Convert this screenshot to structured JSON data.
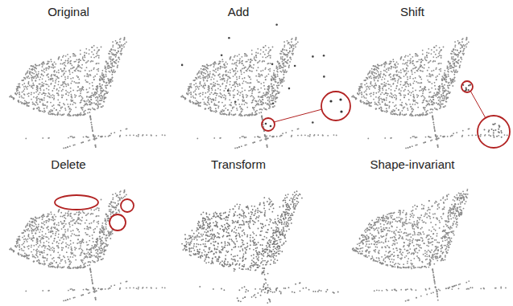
{
  "diagram": {
    "labels": [
      "Original",
      "Add",
      "Shift",
      "Delete",
      "Transform",
      "Shape-invariant"
    ]
  }
}
